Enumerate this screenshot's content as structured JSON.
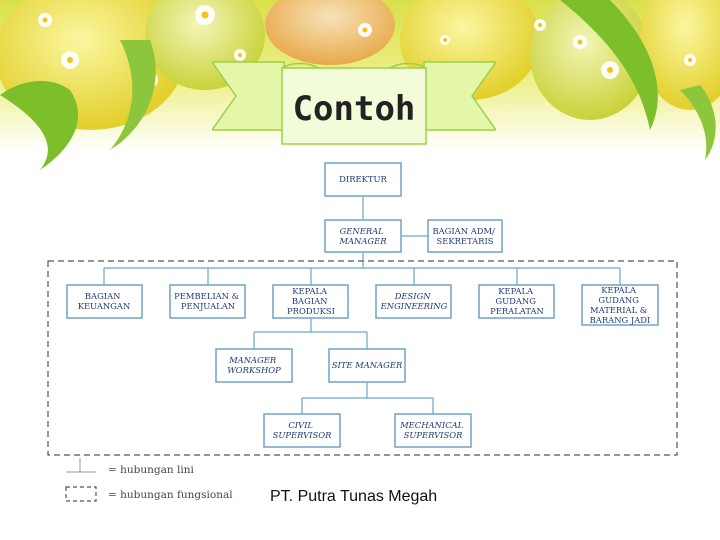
{
  "title": "Contoh",
  "org_chart": {
    "direktur": [
      "DIREKTUR"
    ],
    "general_manager": [
      "GENERAL",
      "MANAGER"
    ],
    "bagian_adm": [
      "BAGIAN ADM/",
      "SEKRETARIS"
    ],
    "bagian_keuangan": [
      "BAGIAN",
      "KEUANGAN"
    ],
    "pembelian": [
      "PEMBELIAN &",
      "PENJUALAN"
    ],
    "kepala_produksi": [
      "KEPALA",
      "BAGIAN",
      "PRODUKSI"
    ],
    "design_engineering": [
      "DESIGN",
      "ENGINEERING"
    ],
    "kepala_gudang_peralatan": [
      "KEPALA",
      "GUDANG",
      "PERALATAN"
    ],
    "kepala_gudang_material": [
      "KEPALA",
      "GUDANG",
      "MATERIAL &",
      "BARANG JADI"
    ],
    "manager_workshop": [
      "MANAGER",
      "WORKSHOP"
    ],
    "site_manager": [
      "SITE MANAGER"
    ],
    "civil_supervisor": [
      "CIVIL",
      "SUPERVISOR"
    ],
    "mechanical_supervisor": [
      "MECHANICAL",
      "SUPERVISOR"
    ]
  },
  "legend": {
    "line_label": "= hubungan lini",
    "functional_label": "= hubungan fungsional"
  },
  "caption": "PT. Putra Tunas Megah"
}
